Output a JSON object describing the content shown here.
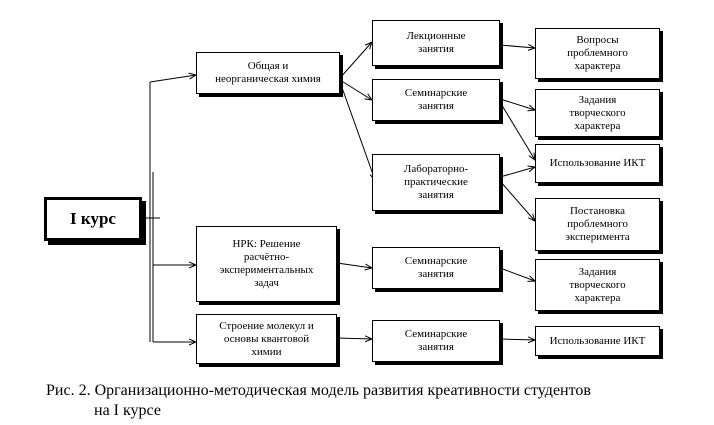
{
  "nodes": {
    "root": "I курс",
    "l1_chem": "Общая и\nнеорганическая химия",
    "l1_nrk": "НРК: Решение\nрасчётно-\nэкспериментальных\nзадач",
    "l1_struct": "Строение молекул и\nосновы квантовой\nхимии",
    "l2_lect": "Лекционные\nзанятия",
    "l2_sem1": "Семинарские\nзанятия",
    "l2_lab": "Лабораторно-\nпрактические\nзанятия",
    "l2_sem2": "Семинарские\nзанятия",
    "l2_sem3": "Семинарские\nзанятия",
    "l3_quest": "Вопросы\nпроблемного\nхарактера",
    "l3_tasks1": "Задания\nтворческого\nхарактера",
    "l3_ikt1": "Использование ИКТ",
    "l3_exp": "Постановка\nпроблемного\nэксперимента",
    "l3_tasks2": "Задания\nтворческого\nхарактера",
    "l3_ikt2": "Использование ИКТ"
  },
  "caption": {
    "line1": "Рис. 2. Организационно-методическая модель развития креативности студентов",
    "line2": "на I курсе"
  }
}
